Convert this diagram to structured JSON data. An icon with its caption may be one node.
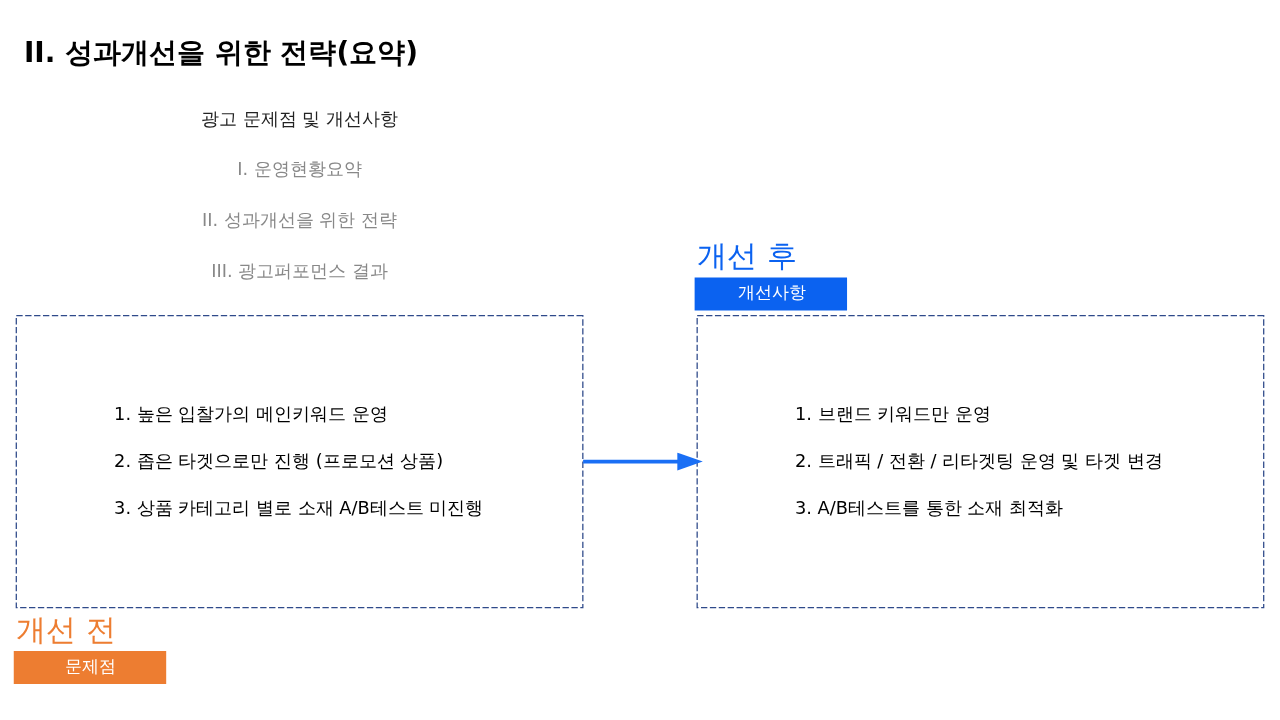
{
  "diagram": {
    "title": "II. 성과개선을 위한 전략(요약)",
    "nodes": [
      {
        "text": [
          "문제점"
        ],
        "beside": [
          "개선 전"
        ]
      },
      {
        "text": [
          "1. 높은 입찰가의 메인키워드 운영",
          "2. 좁은 타겟으로만 진행 (프로모션 상품)",
          "3. 상품 카테고리 별로 소재 A/B테스트 미진행"
        ]
      },
      {
        "text": [
          "개선사항"
        ],
        "beside": [
          "개선 후"
        ]
      },
      {
        "text": [
          "1. 브랜드 키워드만 운영",
          "2. 트래픽 / 전환 / 리타겟팅 운영 및 타겟 변경",
          "3. A/B테스트를 통한 소재 최적화"
        ]
      }
    ],
    "edges": [
      {
        "from": 1,
        "to": 3,
        "arrow": "to"
      }
    ],
    "labels": [
      "광고 문제점 및 개선사항",
      "I. 운영현황요약",
      "II. 성과개선을 위한 전략",
      "III. 광고퍼포먼스 결과"
    ]
  }
}
